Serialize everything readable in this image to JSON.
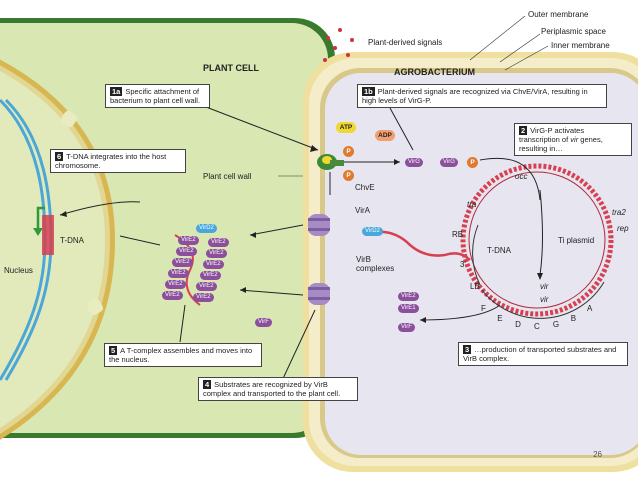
{
  "cell_titles": {
    "plant": "PLANT CELL",
    "bacterium": "AGROBACTERIUM"
  },
  "membrane_labels": {
    "outer": "Outer membrane",
    "periplasmic": "Periplasmic space",
    "inner": "Inner membrane",
    "plant_wall": "Plant cell wall"
  },
  "labels": {
    "plant_signals": "Plant-derived signals",
    "nucleus": "Nucleus",
    "t_dna_left": "T-DNA",
    "chvE": "ChvE",
    "virA": "VirA",
    "virB_complexes": "VirB complexes",
    "three_prime": "3'",
    "atp": "ATP",
    "adp": "ADP",
    "p": "P",
    "virG": "VirG",
    "virD2": "VirD2",
    "virF": "VirF",
    "virE2": "VirE2",
    "virE1": "VirE1",
    "virE_short": "VirE2"
  },
  "plasmid": {
    "name": "Ti plasmid",
    "labels": {
      "occ": "occ",
      "tra": "tra",
      "tra2": "tra2",
      "rep": "rep",
      "RB": "RB",
      "LB": "LB",
      "t_dna": "T-DNA",
      "vir1": "vir",
      "vir2": "vir"
    },
    "genes": [
      "F",
      "E",
      "D",
      "C",
      "G",
      "B",
      "A"
    ]
  },
  "steps": {
    "s1a": {
      "num": "1a",
      "text": "Specific attachment of bacterium to plant cell wall."
    },
    "s1b": {
      "num": "1b",
      "text": "Plant-derived signals are recognized via ChvE/VirA, resulting in high levels of VirG-P."
    },
    "s2": {
      "num": "2",
      "text_pre": "VirG-P activates transcription of ",
      "text_em": "vir",
      "text_post": " genes, resulting in…"
    },
    "s3": {
      "num": "3",
      "text": "…production of transported substrates and VirB complex."
    },
    "s4": {
      "num": "4",
      "text": "Substrates are recognized by VirB complex and transported to the plant cell."
    },
    "s5": {
      "num": "5",
      "text": "A T-complex assembles and moves into the nucleus."
    },
    "s6": {
      "num": "6",
      "text": "T-DNA integrates into the host chromosome."
    }
  },
  "page_number": "26",
  "colors": {
    "plant_fill": "#d9e7b3",
    "wall_green": "#3a7a2e",
    "bact_fill": "#e7e6f0",
    "bact_band": "#f2e6b0",
    "protein": "#8b4f9c",
    "blue_protein": "#49a7dd",
    "phosphate": "#e07a2e",
    "dna_red": "#d64050"
  }
}
